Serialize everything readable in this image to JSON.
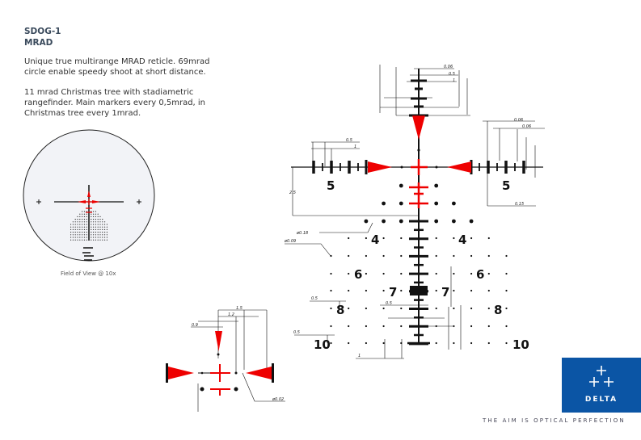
{
  "header": {
    "model": "SDOG-1",
    "unit": "MRAD"
  },
  "description": [
    "Unique true multirange MRAD reticle. 69mrad circle enable speedy shoot at short distance.",
    "11 mrad Christmas tree with stadiametric rangefinder. Main markers every 0,5mrad, in Christmas tree every 1mrad."
  ],
  "preview": {
    "caption": "Field of View @ 10x"
  },
  "reticle": {
    "range_labels": {
      "five": "5",
      "four": "4",
      "six": "6",
      "seven": "7",
      "eight": "8",
      "ten": "10"
    },
    "dims": {
      "d006": "0.06",
      "d05": "0.5",
      "d1": "1",
      "d015": "0.15",
      "d25": "2.5",
      "dot018": "ø0.18",
      "dot009": "ø0.09",
      "d15": "1.5",
      "d12": "1.2",
      "d09": "0.9",
      "dot002": "ø0.02"
    },
    "colors": {
      "accent": "#ff0000",
      "ink": "#111111"
    }
  },
  "brand": {
    "name": "DELTA",
    "tagline": "THE AIM IS OPTICAL PERFECTION",
    "color": "#0b55a5"
  }
}
